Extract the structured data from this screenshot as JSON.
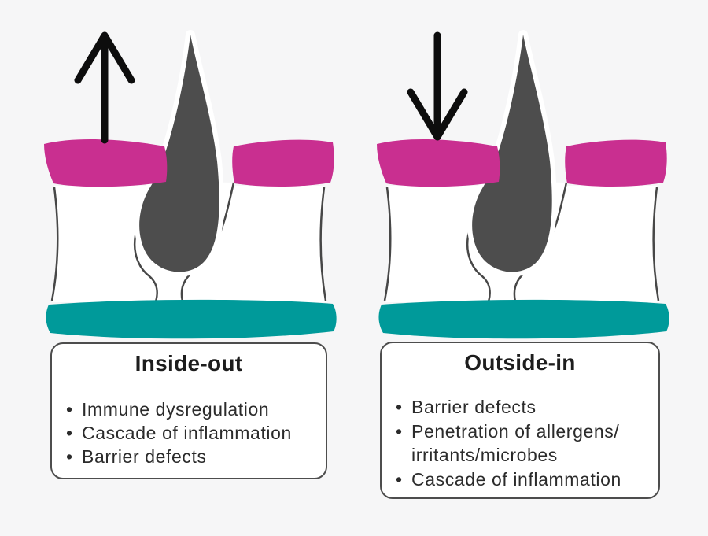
{
  "bullet_char": "•",
  "colors": {
    "background": "#f6f6f7",
    "epidermis_magenta": "#c92f90",
    "base_teal": "#009a9a",
    "hair_gray": "#4d4d4d",
    "outline_gray": "#474747",
    "arrow_black": "#0d0d0d",
    "card_border": "#4d4d4d",
    "text": "#2b2b2b",
    "skin_white": "#ffffff"
  },
  "panels": [
    {
      "id": "inside-out",
      "arrow": "up",
      "title": "Inside-out",
      "items": [
        {
          "lines": [
            "Immune dysregulation"
          ]
        },
        {
          "lines": [
            "Cascade of inflammation"
          ]
        },
        {
          "lines": [
            "Barrier defects"
          ]
        }
      ]
    },
    {
      "id": "outside-in",
      "arrow": "down",
      "title": "Outside-in",
      "items": [
        {
          "lines": [
            "Barrier defects"
          ]
        },
        {
          "lines": [
            "Penetration of allergens/",
            "irritants/microbes"
          ]
        },
        {
          "lines": [
            "Cascade of inflammation"
          ]
        }
      ]
    }
  ]
}
